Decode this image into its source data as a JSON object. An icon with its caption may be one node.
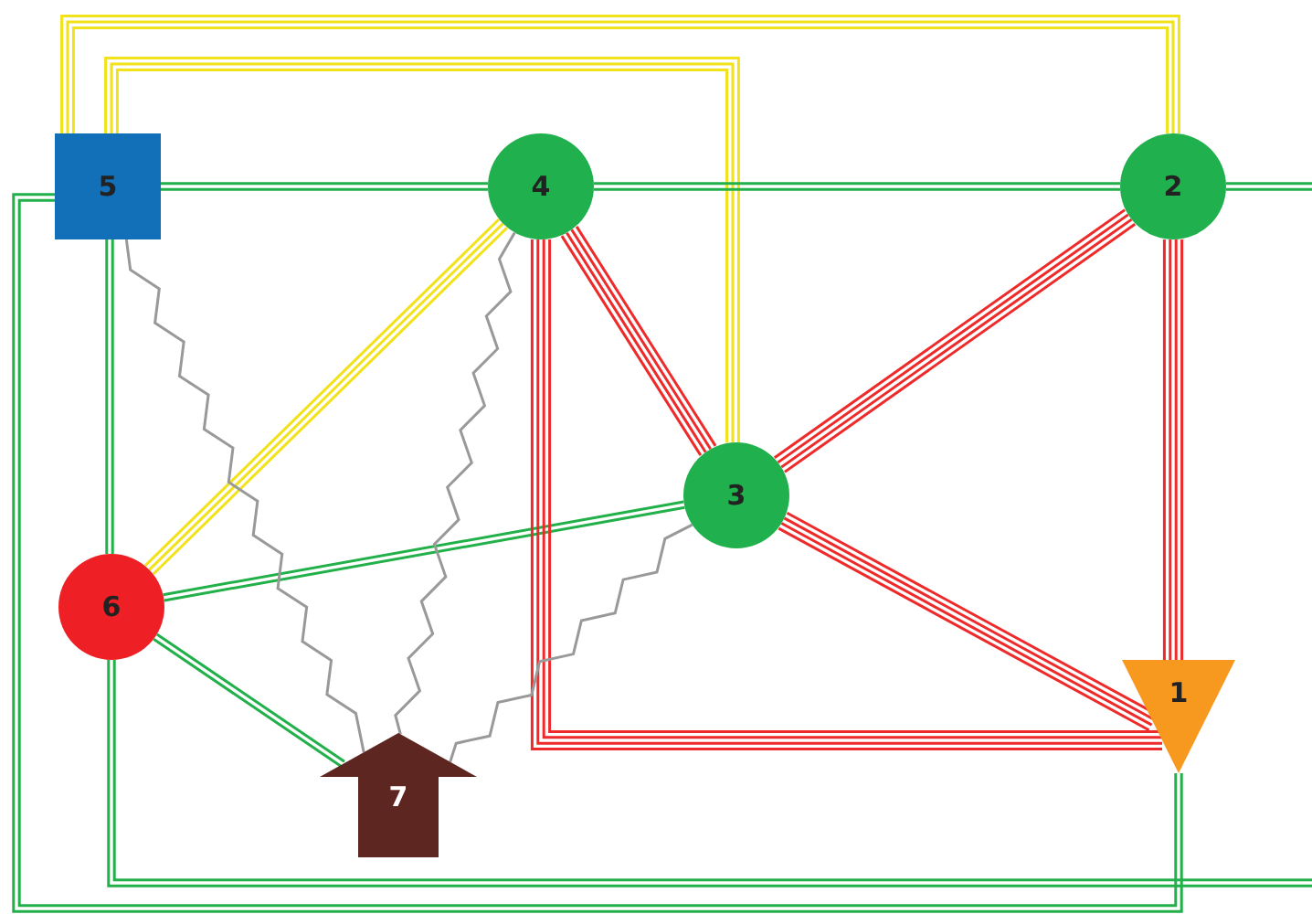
{
  "diagram": {
    "nodes": [
      {
        "text": [
          "1"
        ]
      },
      {
        "text": [
          "2"
        ]
      },
      {
        "text": [
          "3"
        ]
      },
      {
        "text": [
          "4"
        ]
      },
      {
        "text": [
          "5"
        ]
      },
      {
        "text": [
          "6"
        ]
      },
      {
        "text": [
          "7"
        ]
      }
    ],
    "edges": [
      {
        "from": 4,
        "to": 1,
        "arrow": "none",
        "color": "#f2e21a"
      },
      {
        "from": 4,
        "to": 2,
        "arrow": "none",
        "color": "#f2e21a"
      },
      {
        "from": 3,
        "to": 5,
        "arrow": "none",
        "color": "#f2e21a"
      },
      {
        "from": 4,
        "to": 3,
        "arrow": "none"
      },
      {
        "from": 3,
        "to": 1,
        "arrow": "none"
      },
      {
        "from": 1,
        "to": null,
        "arrow": "none"
      },
      {
        "from": 4,
        "to": 0,
        "arrow": "none"
      },
      {
        "from": 4,
        "to": 5,
        "arrow": "none"
      },
      {
        "from": 5,
        "to": 2,
        "arrow": "none"
      },
      {
        "from": 5,
        "to": 6,
        "arrow": "none"
      },
      {
        "from": 5,
        "to": null,
        "arrow": "none"
      },
      {
        "from": 3,
        "to": 2,
        "arrow": "none",
        "color": "#ee2a2a"
      },
      {
        "from": 3,
        "to": 0,
        "arrow": "none",
        "color": "#ee2a2a"
      },
      {
        "from": 1,
        "to": 2,
        "arrow": "none",
        "color": "#ee2a2a"
      },
      {
        "from": 1,
        "to": 0,
        "arrow": "none",
        "color": "#ee2a2a"
      },
      {
        "from": 2,
        "to": 0,
        "arrow": "none",
        "color": "#ee2a2a"
      },
      {
        "from": 4,
        "to": 6,
        "arrow": "none",
        "color": "#999999"
      },
      {
        "from": 3,
        "to": 6,
        "arrow": "none",
        "color": "#999999"
      },
      {
        "from": 2,
        "to": 6,
        "arrow": "none",
        "color": "#999999"
      }
    ]
  }
}
